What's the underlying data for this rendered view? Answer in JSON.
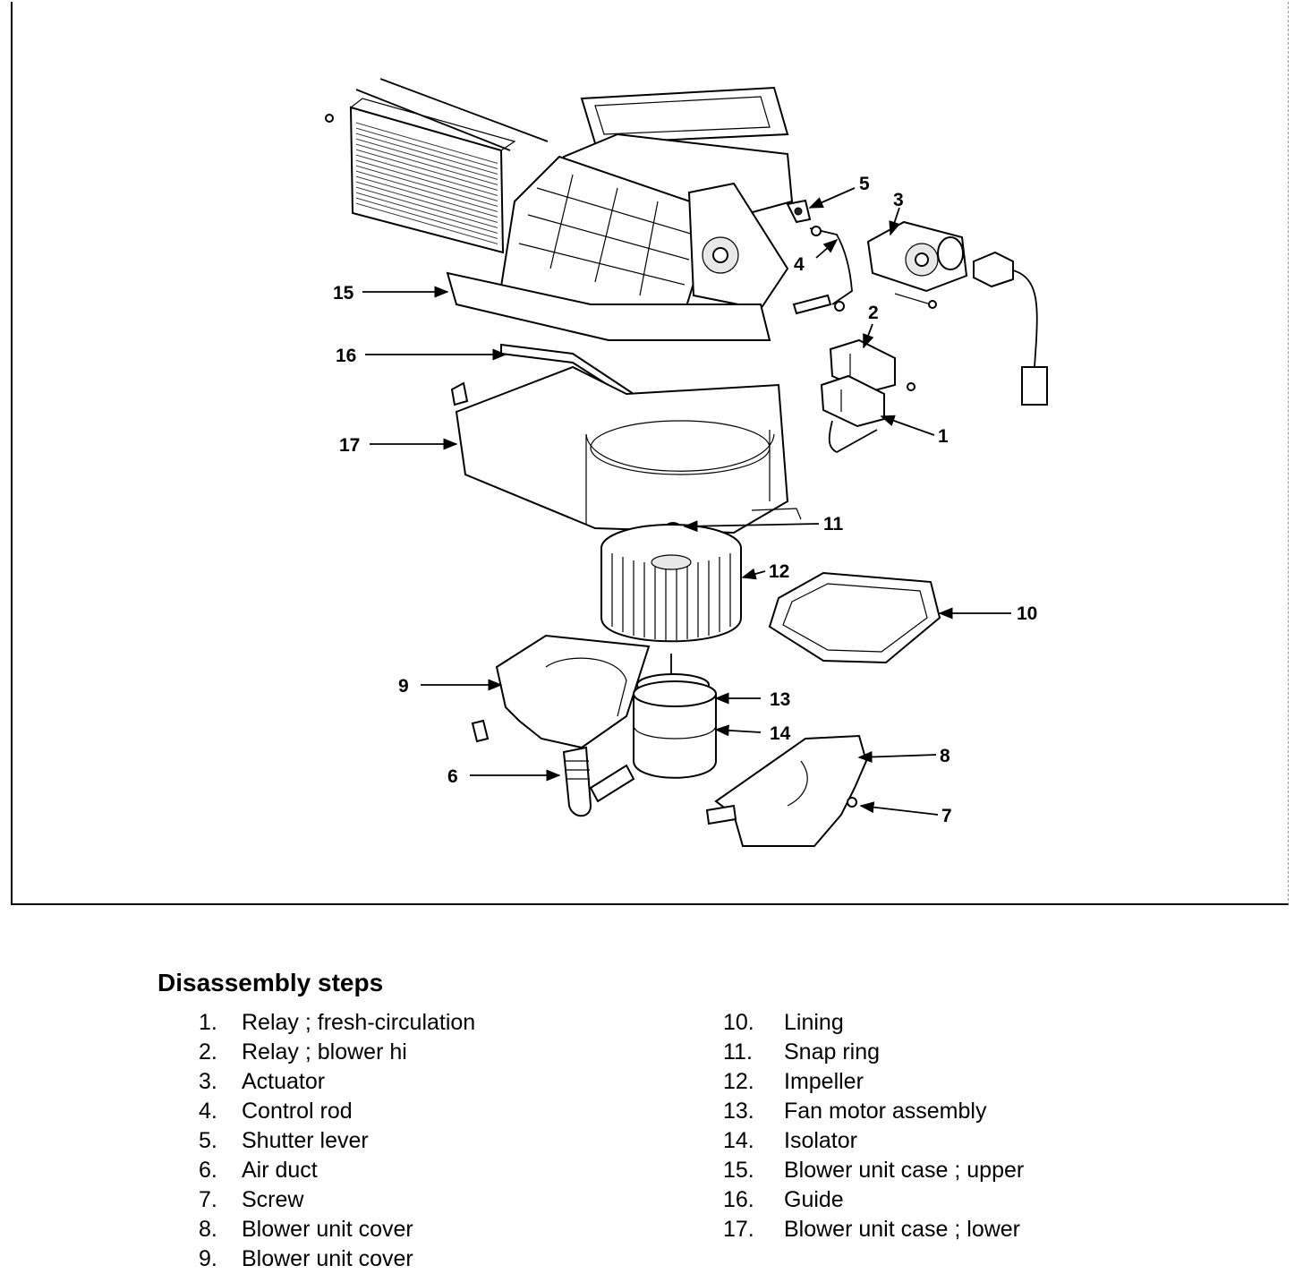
{
  "figure": {
    "callouts": [
      {
        "id": "1",
        "label": "1"
      },
      {
        "id": "2",
        "label": "2"
      },
      {
        "id": "3",
        "label": "3"
      },
      {
        "id": "4",
        "label": "4"
      },
      {
        "id": "5",
        "label": "5"
      },
      {
        "id": "6",
        "label": "6"
      },
      {
        "id": "7",
        "label": "7"
      },
      {
        "id": "8",
        "label": "8"
      },
      {
        "id": "9",
        "label": "9"
      },
      {
        "id": "10",
        "label": "10"
      },
      {
        "id": "11",
        "label": "11"
      },
      {
        "id": "12",
        "label": "12"
      },
      {
        "id": "13",
        "label": "13"
      },
      {
        "id": "14",
        "label": "14"
      },
      {
        "id": "15",
        "label": "15"
      },
      {
        "id": "16",
        "label": "16"
      },
      {
        "id": "17",
        "label": "17"
      }
    ]
  },
  "legend": {
    "title": "Disassembly steps",
    "left_column": [
      {
        "num": "1.",
        "text": "Relay ; fresh-circulation"
      },
      {
        "num": "2.",
        "text": "Relay ; blower hi"
      },
      {
        "num": "3.",
        "text": "Actuator"
      },
      {
        "num": "4.",
        "text": "Control rod"
      },
      {
        "num": "5.",
        "text": "Shutter lever"
      },
      {
        "num": "6.",
        "text": "Air duct"
      },
      {
        "num": "7.",
        "text": "Screw"
      },
      {
        "num": "8.",
        "text": "Blower unit cover"
      },
      {
        "num": "9.",
        "text": "Blower unit cover"
      }
    ],
    "right_column": [
      {
        "num": "10.",
        "text": "Lining"
      },
      {
        "num": "11.",
        "text": "Snap ring"
      },
      {
        "num": "12.",
        "text": "Impeller"
      },
      {
        "num": "13.",
        "text": "Fan motor assembly"
      },
      {
        "num": "14.",
        "text": "Isolator"
      },
      {
        "num": "15.",
        "text": "Blower unit case ; upper"
      },
      {
        "num": "16.",
        "text": "Guide"
      },
      {
        "num": "17.",
        "text": "Blower unit case ; lower"
      }
    ]
  }
}
